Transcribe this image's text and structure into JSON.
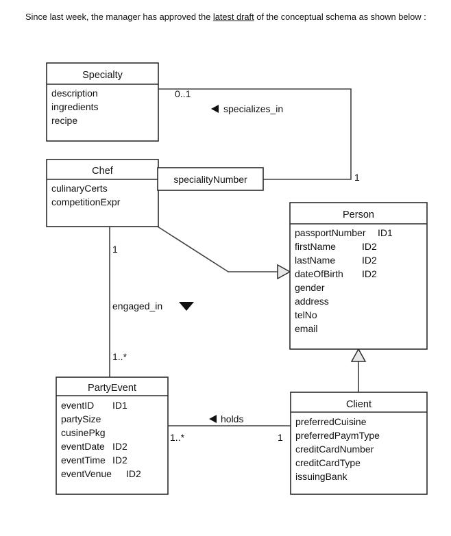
{
  "intro": {
    "before": "Since last week, the manager has approved the ",
    "link": "latest draft",
    "after": " of the conceptual schema as shown below :"
  },
  "diagram": {
    "type": "uml-class-diagram",
    "classes": [
      {
        "id": "specialty",
        "name": "Specialty",
        "attributes": [
          {
            "name": "description",
            "id_tag": ""
          },
          {
            "name": "ingredients",
            "id_tag": ""
          },
          {
            "name": "recipe",
            "id_tag": ""
          }
        ]
      },
      {
        "id": "chef",
        "name": "Chef",
        "attributes": [
          {
            "name": "culinaryCerts",
            "id_tag": ""
          },
          {
            "name": "competitionExpr",
            "id_tag": ""
          }
        ]
      },
      {
        "id": "person",
        "name": "Person",
        "attributes": [
          {
            "name": "passportNumber",
            "id_tag": "ID1"
          },
          {
            "name": "firstName",
            "id_tag": "ID2"
          },
          {
            "name": "lastName",
            "id_tag": "ID2"
          },
          {
            "name": "dateOfBirth",
            "id_tag": "ID2"
          },
          {
            "name": "gender",
            "id_tag": ""
          },
          {
            "name": "address",
            "id_tag": ""
          },
          {
            "name": "telNo",
            "id_tag": ""
          },
          {
            "name": "email",
            "id_tag": ""
          }
        ]
      },
      {
        "id": "partyevent",
        "name": "PartyEvent",
        "attributes": [
          {
            "name": "eventID",
            "id_tag": "ID1"
          },
          {
            "name": "partySize",
            "id_tag": ""
          },
          {
            "name": "cusinePkg",
            "id_tag": ""
          },
          {
            "name": "eventDate",
            "id_tag": "ID2"
          },
          {
            "name": "eventTime",
            "id_tag": "ID2"
          },
          {
            "name": "eventVenue",
            "id_tag": "ID2"
          }
        ]
      },
      {
        "id": "client",
        "name": "Client",
        "attributes": [
          {
            "name": "preferredCuisine",
            "id_tag": ""
          },
          {
            "name": "preferredPaymType",
            "id_tag": ""
          },
          {
            "name": "creditCardNumber",
            "id_tag": ""
          },
          {
            "name": "creditCardType",
            "id_tag": ""
          },
          {
            "name": "issuingBank",
            "id_tag": ""
          }
        ]
      }
    ],
    "association_classes": [
      {
        "id": "specialitynumber",
        "name": "specialityNumber"
      }
    ],
    "associations": [
      {
        "id": "specializes-in",
        "label": "specializes_in",
        "direction_marker": "left-triangle",
        "source": "Specialty",
        "target": "Chef",
        "source_multiplicity": "0..1",
        "target_multiplicity": "1",
        "association_class": "specialityNumber"
      },
      {
        "id": "engaged-in",
        "label": "engaged_in",
        "direction_marker": "down-triangle",
        "source": "Chef",
        "target": "PartyEvent",
        "source_multiplicity": "1",
        "target_multiplicity": "1..*"
      },
      {
        "id": "holds",
        "label": "holds",
        "direction_marker": "left-triangle",
        "source": "PartyEvent",
        "target": "Client",
        "source_multiplicity": "1..*",
        "target_multiplicity": "1"
      }
    ],
    "generalizations": [
      {
        "id": "chef-person",
        "subclass": "Chef",
        "superclass": "Person"
      },
      {
        "id": "client-person",
        "subclass": "Client",
        "superclass": "Person"
      }
    ],
    "colors": {
      "line": "#2b2b2b",
      "box_fill": "#ffffff",
      "triangle_fill": "#e8e8e8",
      "text": "#111111"
    }
  }
}
